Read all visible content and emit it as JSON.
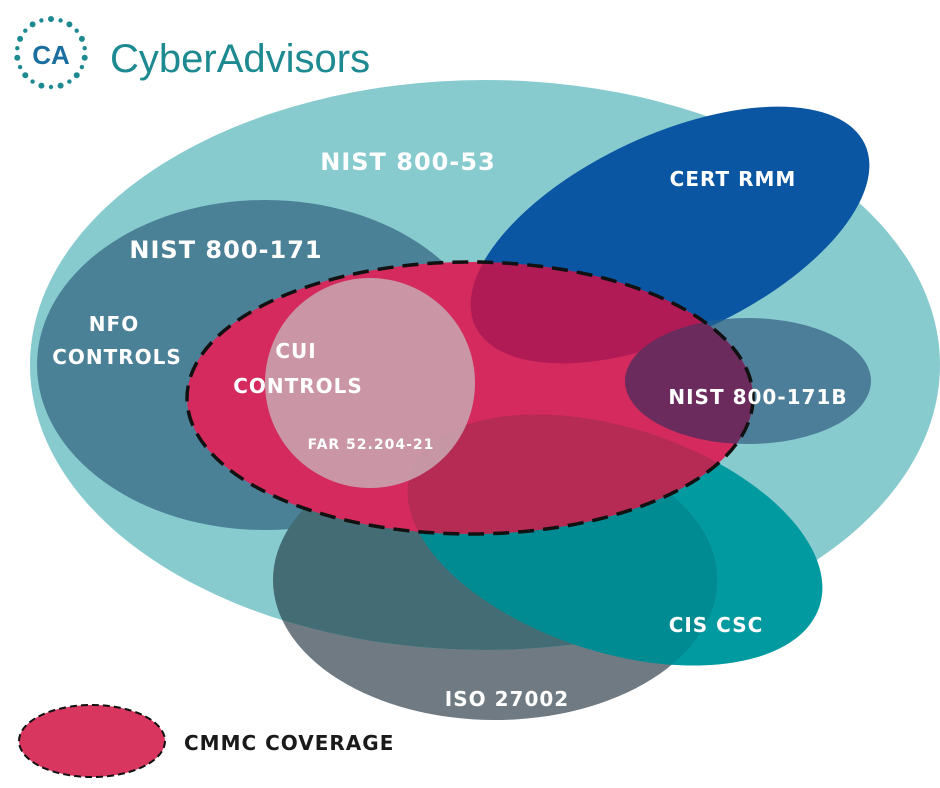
{
  "logo": {
    "mark": "CA",
    "name": "CyberAdvisors",
    "colors": {
      "mark": "#1a6fa0",
      "text": "#1d8a91",
      "dots": "#1d8a91"
    }
  },
  "diagram": {
    "regions": [
      {
        "id": "nist-800-53",
        "label": "NIST 800-53",
        "color": "#87cbcf"
      },
      {
        "id": "cert-rmm",
        "label": "CERT RMM",
        "color": "#0b56a2"
      },
      {
        "id": "nist-800-171",
        "label": "NIST 800-171",
        "color": "#4a8196"
      },
      {
        "id": "iso-27002",
        "label": "ISO 27002",
        "color": "#6f7a82"
      },
      {
        "id": "cis-csc",
        "label": "CIS CSC",
        "color": "#009aa0"
      },
      {
        "id": "nist-800-171b",
        "label": "NIST 800-171B",
        "color": "#4c7e99"
      },
      {
        "id": "cmmc",
        "label": "",
        "color": "#d42a5d"
      },
      {
        "id": "cui-controls",
        "label_lines": [
          "CUI",
          "CONTROLS"
        ],
        "color": "#c9a0ac"
      }
    ],
    "nfo_lines": [
      "NFO",
      "CONTROLS"
    ],
    "far": "FAR 52.204-21",
    "overlap_colors": {
      "cmmc_cert": "#b01b56",
      "cmmc_171b": "#6b2b5c",
      "cmmc_cis": "#b52b54",
      "171b_cert": "#1b5d97"
    }
  },
  "legend": {
    "label": "CMMC COVERAGE",
    "color": "#d9365f"
  }
}
